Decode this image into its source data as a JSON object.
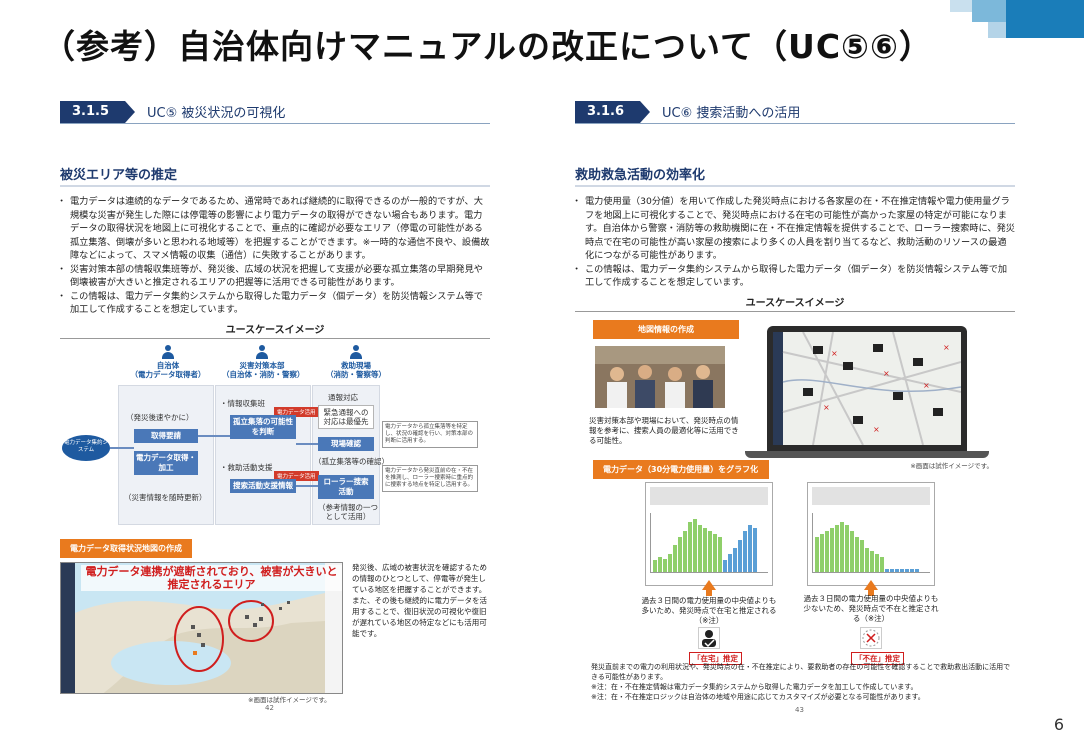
{
  "slide": {
    "title": "（参考）自治体向けマニュアルの改正について（UC⑤⑥）",
    "page_number": "6"
  },
  "left": {
    "section_number": "3.1.5",
    "section_title": "UC⑤ 被災状況の可視化",
    "sub_heading": "被災エリア等の推定",
    "bullets": [
      "電力データは連続的なデータであるため、通常時であれば継続的に取得できるのが一般的ですが、大規模な災害が発生した際には停電等の影響により電力データの取得ができない場合もあります。電力データの取得状況を地図上に可視化することで、重点的に確認が必要なエリア（停電の可能性がある孤立集落、倒壊が多いと思われる地域等）を把握することができます。※一時的な通信不良や、設備故障などによって、スマメ情報の収集（通信）に失敗することがあります。",
      "災害対策本部の情報収集班等が、発災後、広域の状況を把握して支援が必要な孤立集落の早期発見や倒壊被害が大きいと推定されるエリアの把握等に活用できる可能性があります。",
      "この情報は、電力データ集約システムから取得した電力データ（個データ）を防災情報システム等で加工して作成することを想定しています。"
    ],
    "usecase_label": "ユースケースイメージ",
    "actors": [
      {
        "name": "自治体",
        "sub": "（電力データ取得者）"
      },
      {
        "name": "災害対策本部",
        "sub": "（自治体・消防・警察）"
      },
      {
        "name": "救助現場",
        "sub": "（消防・警察等）"
      }
    ],
    "diagram": {
      "system_label": "電力データ集約システム",
      "pre_disaster": "（発災後速やかに）",
      "acquire_req": "取得要請",
      "acquire_proc": "電力データ取得・加工",
      "info_collect": "・情報収集班",
      "isolated_grasp": "孤立集落の可能性を判断",
      "field_check": "現場確認",
      "isolated_confirm": "（孤立集落等の確認）",
      "rescue_support": "・救助活動支援",
      "search_support": "捜索活動支援情報",
      "roller_search": "ローラー捜索活動",
      "emergency_label": "通報対応",
      "emergency_desc": "緊急通報への対応は最優先",
      "usage_cont": "（災害情報を随時更新）",
      "ref_info": "（参考情報の一つとして活用）",
      "red_tag_1": "電力データ活用",
      "red_tag_2": "電力データ活用",
      "note_1": "電力データから孤立集落等を特定し、状況の確認を行い、対策本部の判断に活用する。",
      "note_2": "電力データから発災直前の在・不在を推測し、ローラー捜索時に重点的に捜索する地点を特定し活用する。"
    },
    "map_tag": "電力データ取得状況地図の作成",
    "map_red_text": "電力データ連携が遮断されており、被害が大きいと推定されるエリア",
    "map_caption": "発災後、広域の被害状況を確認するための情報のひとつとして、停電等が発生している地区を把握することができます。また、その後も継続的に電力データを活用することで、復旧状況の可視化や復旧が遅れている地区の特定などにも活用可能です。",
    "screen_note": "※画面は試作イメージです。",
    "page": "42"
  },
  "right": {
    "section_number": "3.1.6",
    "section_title": "UC⑥ 捜索活動への活用",
    "sub_heading": "救助救急活動の効率化",
    "bullets": [
      "電力使用量（30分値）を用いて作成した発災時点における各家屋の在・不在推定情報や電力使用量グラフを地図上に可視化することで、発災時点における在宅の可能性が高かった家屋の特定が可能になります。自治体から警察・消防等の救助機関に在・不在推定情報を提供することで、ローラー捜索時に、発災時点で在宅の可能性が高い家屋の捜索により多くの人員を割り当てるなど、救助活動のリソースの最適化につながる可能性があります。",
      "この情報は、電力データ集約システムから取得した電力データ（個データ）を防災情報システム等で加工して作成することを想定しています。"
    ],
    "usecase_label": "ユースケースイメージ",
    "map_tag": "地図情報の作成",
    "photo_caption": "災害対策本部や現場において、発災時点の情報を参考に、捜索人員の最適化等に活用できる可能性。",
    "screen_note": "※画面は試作イメージです。",
    "graph_tag": "電力データ（30分電力使用量）をグラフ化",
    "chart_left_caption": "過去３日間の電力使用量の中央値よりも多いため、発災時点で在宅と推定される（※注）",
    "chart_right_caption": "過去３日間の電力使用量の中央値よりも少ないため、発災時点で不在と推定される（※注）",
    "verdict_home": "「在宅」推定",
    "verdict_away": "「不在」推定",
    "footnotes": [
      "発災直前までの電力の利用状況や、発災時点の在・不在推定により、要救助者の存在の可能性を確認することで救助救出活動に活用できる可能性があります。",
      "※注：在・不在推定情報は電力データ集約システムから取得した電力データを加工して作成しています。",
      "※注：在・不在推定ロジックは自治体の地域や用途に応じてカスタマイズが必要となる可能性があります。"
    ],
    "page": "43"
  },
  "colors": {
    "navy": "#1e3a6e",
    "accent_blue": "#1a7db9",
    "orange": "#e97a1e",
    "red": "#d01e1e",
    "bar_green": "#8fcf6a",
    "bar_blue": "#5a9fd6"
  }
}
